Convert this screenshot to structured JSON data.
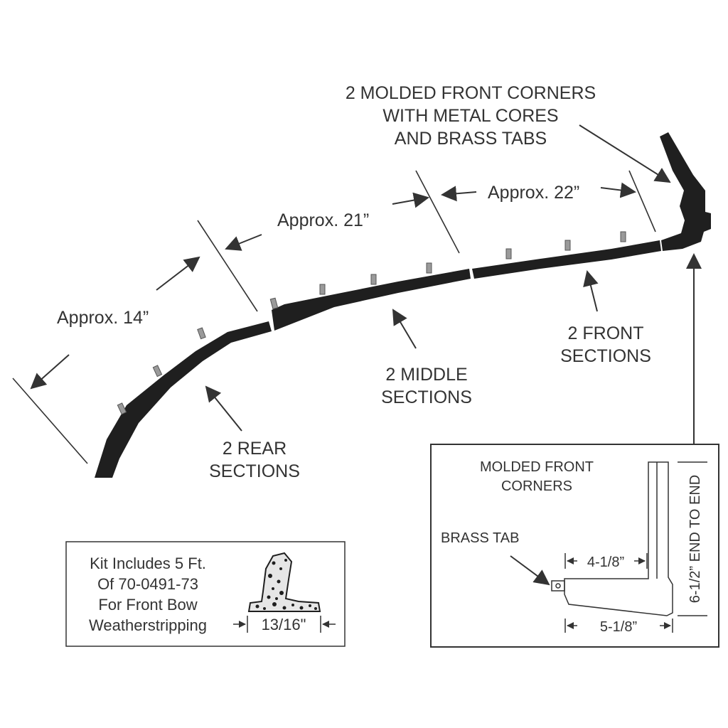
{
  "labels": {
    "corners_title": [
      "2 MOLDED FRONT CORNERS",
      "WITH METAL CORES",
      "AND BRASS TABS"
    ],
    "approx_14": "Approx. 14”",
    "approx_21": "Approx. 21”",
    "approx_22": "Approx. 22”",
    "rear_sections": [
      "2 REAR",
      "SECTIONS"
    ],
    "middle_sections": [
      "2  MIDDLE",
      "SECTIONS"
    ],
    "front_sections": [
      "2  FRONT",
      "SECTIONS"
    ]
  },
  "kit_box": {
    "lines": [
      "Kit Includes 5 Ft.",
      "Of 70-0491-73",
      "For Front Bow",
      "Weatherstripping"
    ],
    "width_dim": "13/16\""
  },
  "detail_box": {
    "title": [
      "MOLDED FRONT",
      "CORNERS"
    ],
    "brass_tab": "BRASS TAB",
    "dim_top": "4-1/8”",
    "dim_bottom": "5-1/8”",
    "dim_vertical": "6-1/2” END TO END"
  },
  "colors": {
    "part": "#1f1f1f",
    "line": "#333333",
    "tab": "#9a9a9a"
  }
}
